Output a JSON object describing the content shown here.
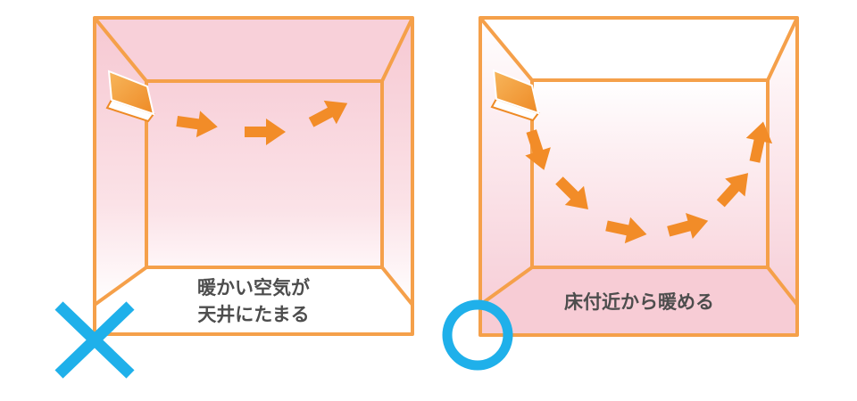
{
  "panels": [
    {
      "verdict": "bad",
      "caption_lines": [
        "暖かい空気が",
        "天井にたまる"
      ]
    },
    {
      "verdict": "good",
      "caption_lines": [
        "床付近から暖める"
      ]
    }
  ],
  "colors": {
    "frame": "#f5a04a",
    "warm_fill": "#f8cfd8",
    "arrow": "#f28c28",
    "mark": "#1fb0ea",
    "caption_text": "#4d4d4d"
  },
  "icons": {
    "bad_mark": "cross-mark-icon",
    "good_mark": "circle-mark-icon",
    "ac_unit": "air-conditioner-icon",
    "airflow": "arrow-icon"
  }
}
